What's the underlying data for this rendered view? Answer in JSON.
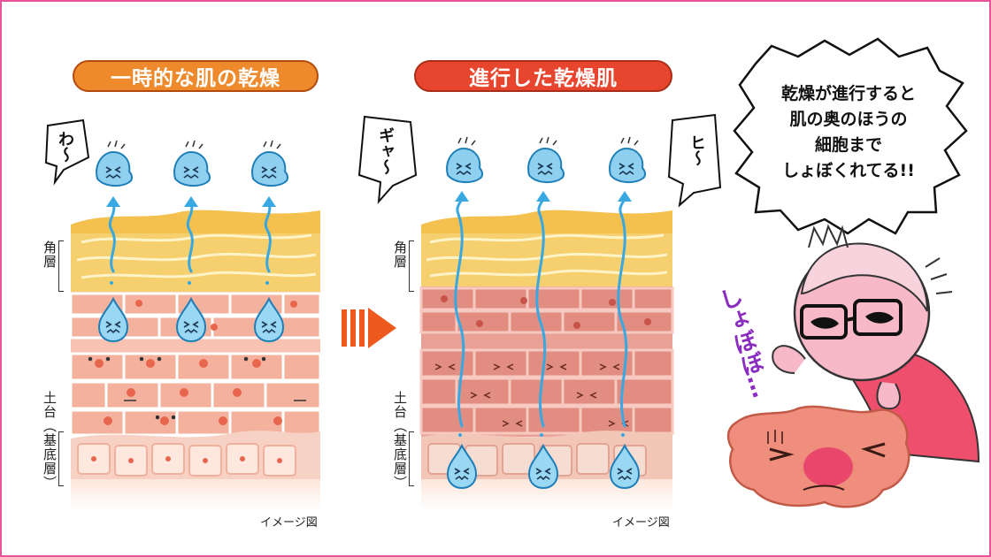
{
  "titles": {
    "left": "一時的な肌の乾燥",
    "right": "進行した乾燥肌"
  },
  "labels": {
    "stratum": "角層",
    "base": "土台（基底層）"
  },
  "captions": {
    "left": "イメージ図",
    "right": "イメージ図"
  },
  "sfx": {
    "left": "わ〜",
    "right_a": "ギャ〜",
    "right_b": "ヒ〜",
    "shobo": "しょぼぼ…"
  },
  "speech_bubble": {
    "lines": [
      "乾燥が進行すると",
      "肌の奥のほうの",
      "細胞まで",
      "しょぼくれてる!!"
    ]
  },
  "colors": {
    "frame": "#e8549a",
    "title_left": "#ee8a2c",
    "title_right": "#e8452e",
    "arrow": "#ee5a1e",
    "water": "#4bb3e6",
    "stratum": "#f6cf6e",
    "cells": "#f2a48e"
  }
}
